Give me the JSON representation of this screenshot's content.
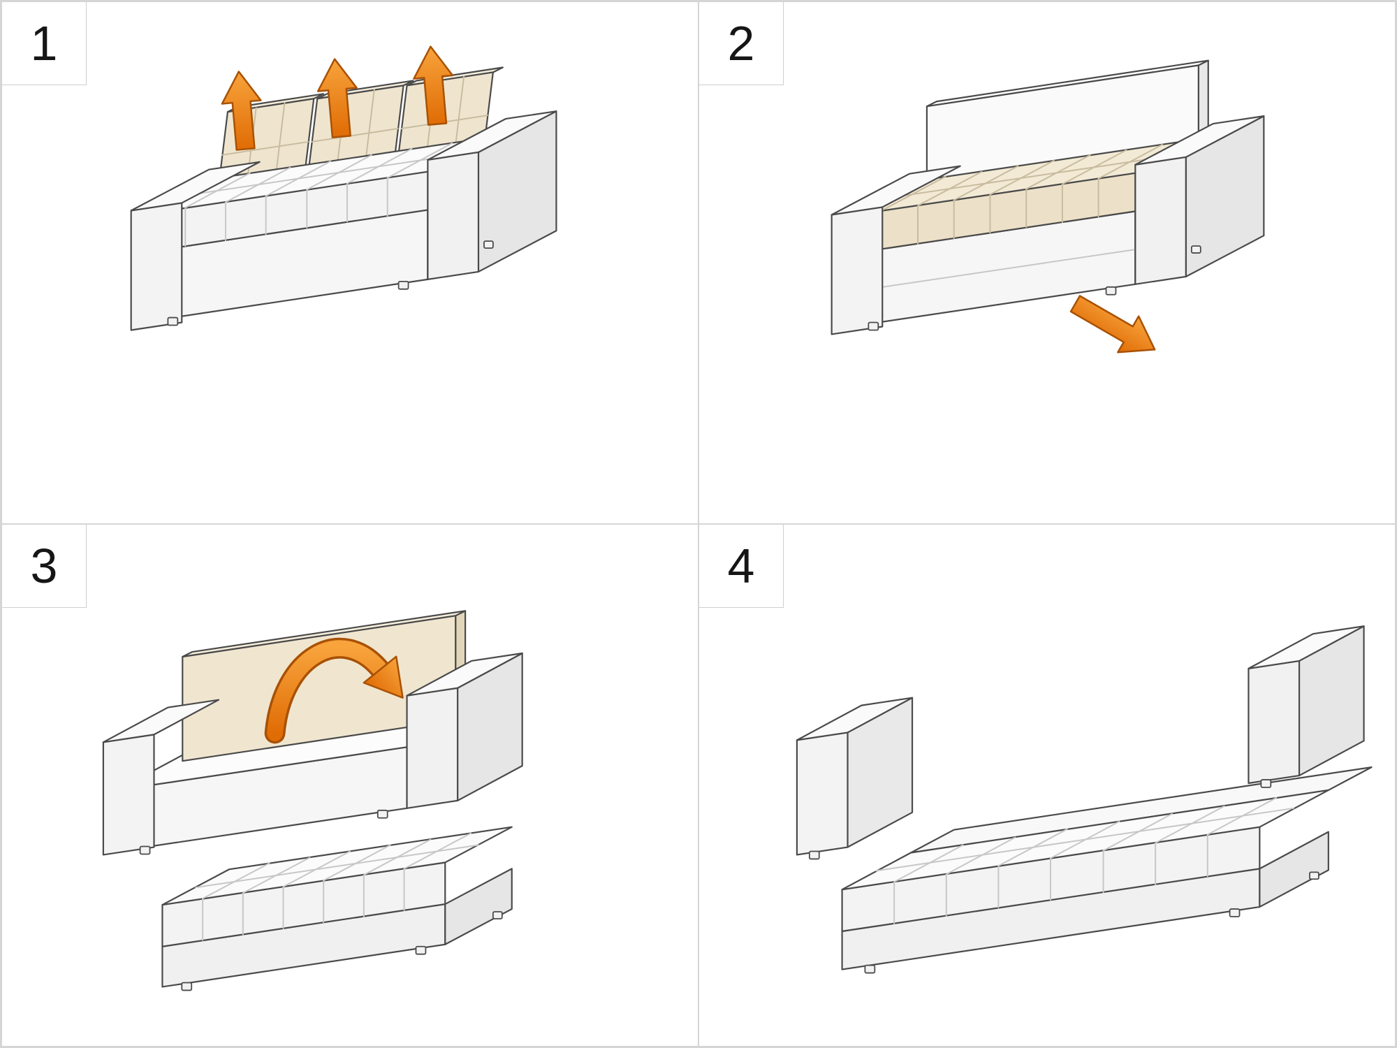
{
  "steps": [
    {
      "number": "1",
      "action": "lift-back-cushions"
    },
    {
      "number": "2",
      "action": "pull-seat-out"
    },
    {
      "number": "3",
      "action": "fold-backrest-forward"
    },
    {
      "number": "4",
      "action": "bed-ready"
    }
  ],
  "colors": {
    "arrow_orange": "#EC7D13",
    "arrow_orange_light": "#F8A33C",
    "arrow_outline": "#A85103",
    "line": "#4A4A4A",
    "cushion_beige": "#EFE5CF",
    "cushion_beige_top": "#F6EEDD",
    "surface_white": "#FBFBFB",
    "panel_border": "#D5D5D5"
  }
}
